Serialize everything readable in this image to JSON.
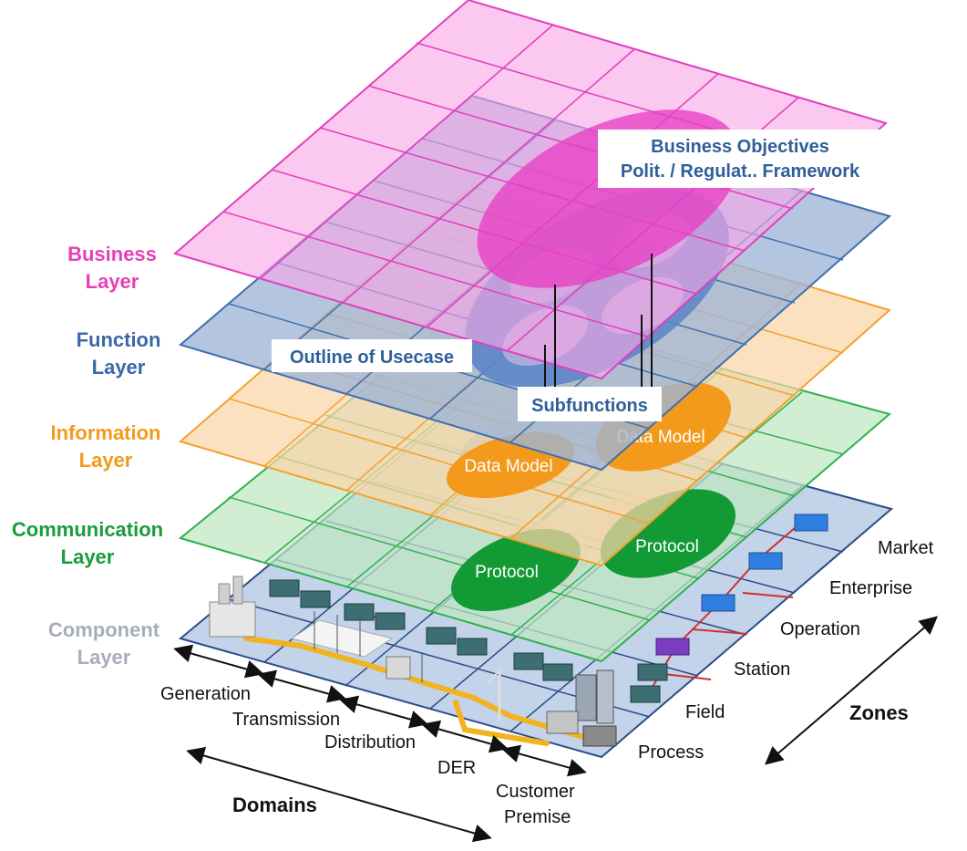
{
  "layers": [
    {
      "name": "business",
      "line1": "Business",
      "line2": "Layer",
      "color": "#e83fb5",
      "fill": "#f9a6e6",
      "stroke": "#e040c0"
    },
    {
      "name": "function",
      "line1": "Function",
      "line2": "Layer",
      "color": "#3c68a8",
      "fill": "#9db5d6",
      "stroke": "#3f6fb0"
    },
    {
      "name": "information",
      "line1": "Information",
      "line2": "Layer",
      "color": "#f39a1c",
      "fill": "#fbd5a8",
      "stroke": "#f3a030"
    },
    {
      "name": "communication",
      "line1": "Communication",
      "line2": "Layer",
      "color": "#1a9c3c",
      "fill": "#bfe8c0",
      "stroke": "#30b050"
    },
    {
      "name": "component",
      "line1": "Component",
      "line2": "Layer",
      "color": "#a7adbb",
      "fill": "#c3d3ea",
      "stroke": "#2c4d86"
    }
  ],
  "annotations": {
    "business_objectives_line1": "Business Objectives",
    "business_objectives_line2": "Polit. / Regulat.. Framework",
    "outline_usecase": "Outline of Usecase",
    "subfunctions": "Subfunctions",
    "data_model_1": "Data Model",
    "data_model_2": "Data Model",
    "protocol_1": "Protocol",
    "protocol_2": "Protocol"
  },
  "domains": {
    "title": "Domains",
    "items": [
      "Generation",
      "Transmission",
      "Distribution",
      "DER",
      "Customer",
      "Premise"
    ]
  },
  "zones": {
    "title": "Zones",
    "items": [
      "Process",
      "Field",
      "Station",
      "Operation",
      "Enterprise",
      "Market"
    ]
  },
  "colors": {
    "ellipse_business": "#e83fc4",
    "ellipse_function": "#5d86c8",
    "ellipse_information": "#f39a1c",
    "ellipse_communication": "#129a35",
    "component_device": "#3d6e72",
    "zone_device": "#2f7fe0",
    "power_line": "#f2b321"
  }
}
